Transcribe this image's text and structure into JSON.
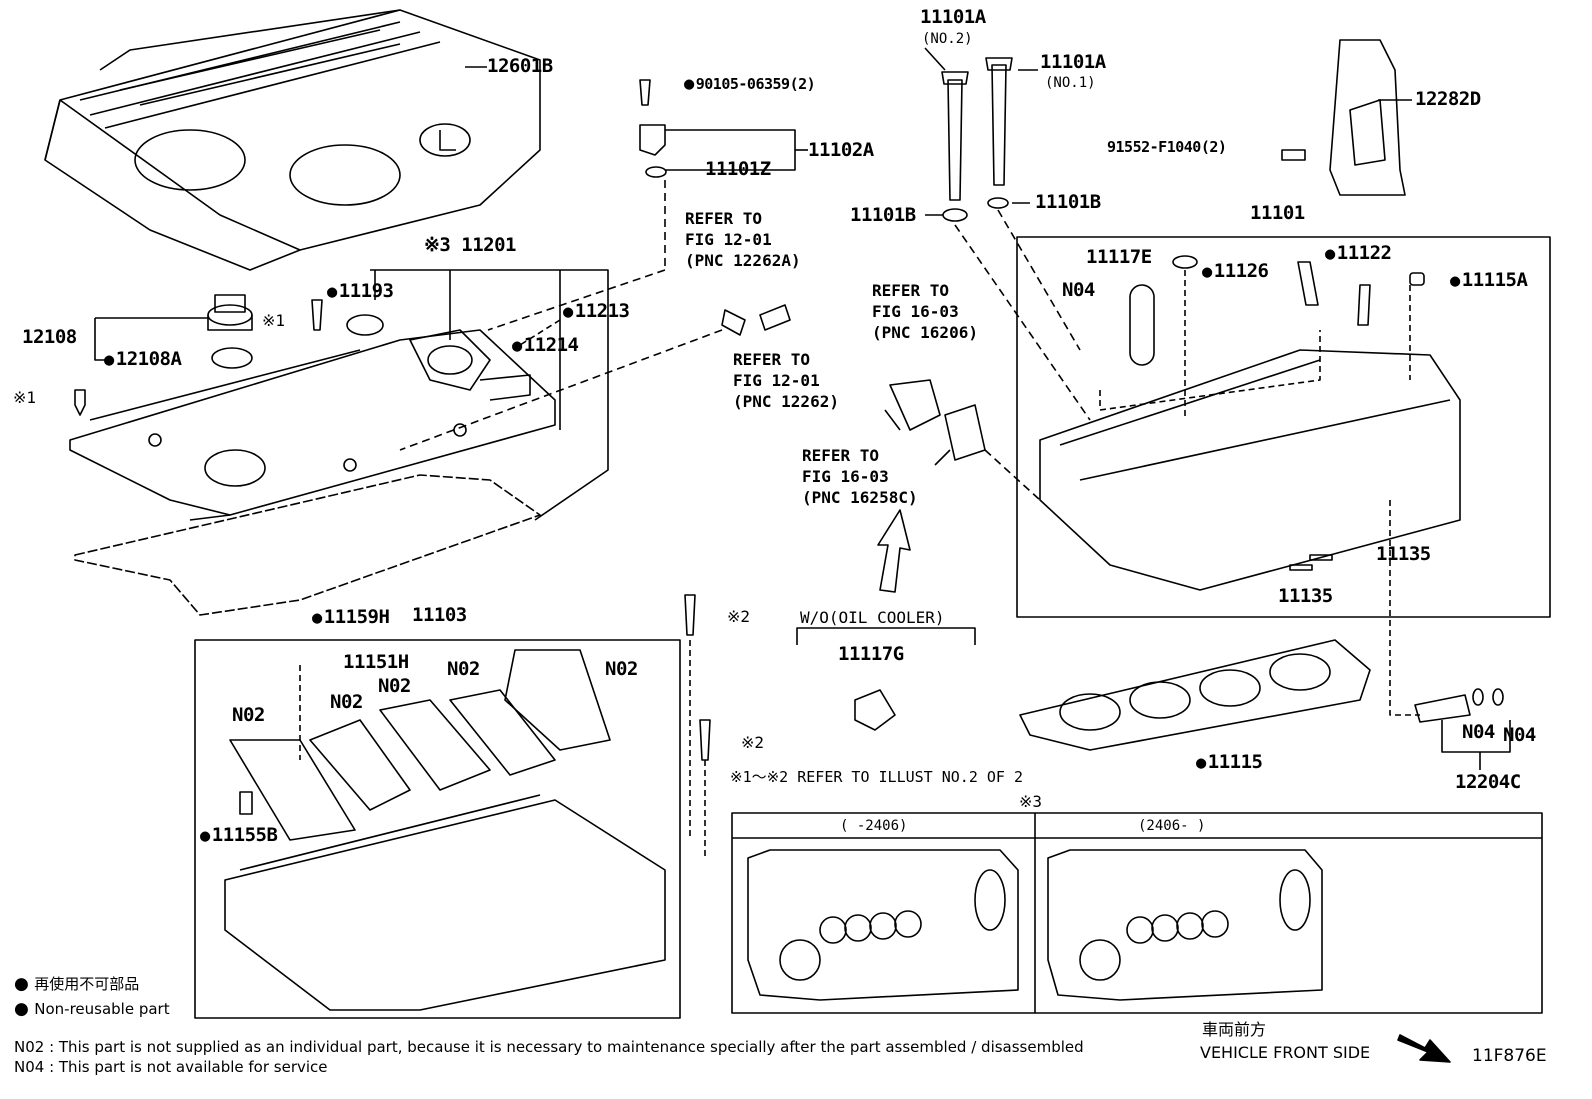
{
  "labels": {
    "p12601B": "12601B",
    "p90105": "90105-06359(2)",
    "p11102A": "11102A",
    "p11101Z": "11101Z",
    "p11101A_top": "11101A",
    "no2": "(NO.2)",
    "p11101A_r": "11101A",
    "no1": "(NO.1)",
    "p12282D": "12282D",
    "p91552": "91552-F1040(2)",
    "p11101B_l": "11101B",
    "p11101B_r": "11101B",
    "p11101": "11101",
    "p11117E": "11117E",
    "p11126": "11126",
    "p11122": "11122",
    "pN04_a": "N04",
    "p11115A": "11115A",
    "mark3_11201": "※3 11201",
    "p11193": "11193",
    "p11213": "11213",
    "p11214": "11214",
    "mark1_a": "※1",
    "p12108": "12108",
    "p12108A": "12108A",
    "mark1_b": "※1",
    "p11159H": "11159H",
    "p11103": "11103",
    "p11151H": "11151H",
    "pN02_1": "N02",
    "pN02_2": "N02",
    "pN02_3": "N02",
    "pN02_4": "N02",
    "pN02_5": "N02",
    "p11155B": "11155B",
    "mark2_a": "※2",
    "mark2_b": "※2",
    "wo_oil_cooler": "W/O(OIL COOLER)",
    "p11117G": "11117G",
    "p11135_a": "11135",
    "p11135_b": "11135",
    "p11115": "11115",
    "pN04_b": "N04",
    "pN04_c": "N04",
    "p12204C": "12204C",
    "refer_note": "※1～※2  REFER TO ILLUST NO.2 OF 2",
    "mark3_box": "※3",
    "range_left": "(     -2406)",
    "range_right": "(2406-     )"
  },
  "refers": {
    "ref1": "REFER TO\nFIG 12-01\n(PNC 12262A)",
    "ref2": "REFER TO\nFIG 12-01\n(PNC 12262)",
    "ref3": "REFER TO\nFIG 16-03\n(PNC 16206)",
    "ref4": "REFER TO\nFIG 16-03\n(PNC 16258C)"
  },
  "legend": {
    "jp": "再使用不可部品",
    "en": "Non-reusable part"
  },
  "notes": {
    "n02": "N02 : This part is not supplied as an individual part, because it is necessary to maintenance specially after the part assembled / disassembled",
    "n04": "N04 : This part is not available for service"
  },
  "footer": {
    "front_jp": "車両前方",
    "front_en": "VEHICLE FRONT SIDE",
    "diagram_code": "11F876E"
  }
}
